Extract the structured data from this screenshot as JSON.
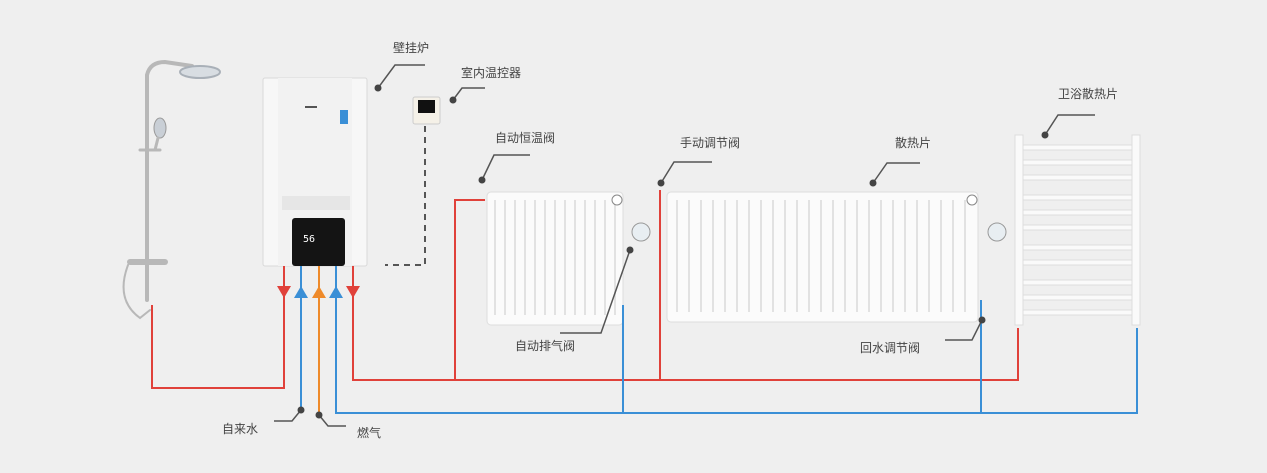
{
  "labels": {
    "boiler": "壁挂炉",
    "thermostat": "室内温控器",
    "auto_thermo_valve": "自动恒温阀",
    "manual_valve": "手动调节阀",
    "radiator": "散热片",
    "bath_radiator": "卫浴散热片",
    "auto_vent_valve": "自动排气阀",
    "return_valve": "回水调节阀",
    "tap_water": "自来水",
    "gas": "燃气"
  },
  "boiler_display": "56",
  "colors": {
    "hot": "#e0413a",
    "cold": "#3a8fd6",
    "gas": "#ee8a2a",
    "leader": "#555555",
    "background": "#efefef"
  }
}
